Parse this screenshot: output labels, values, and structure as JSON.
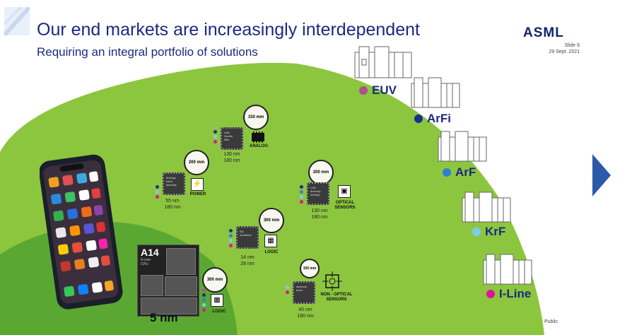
{
  "header": {
    "title": "Our end markets are increasingly interdependent",
    "subtitle": "Requiring an integral portfolio of solutions",
    "logo": "ASML",
    "slide_number": "Slide 6",
    "date": "29 Sept. 2021"
  },
  "footer": {
    "classification": "Public"
  },
  "colors": {
    "euv": "#b0508a",
    "arfi": "#1b2f8c",
    "arf": "#2f7fd6",
    "krf": "#7fcbf0",
    "iline": "#e0129a",
    "outer_green": "#8cc63f",
    "inner_green": "#5aa832",
    "title_blue": "#1a2a80"
  },
  "technologies": [
    {
      "label": "EUV",
      "color": "#b0508a"
    },
    {
      "label": "ArFi",
      "color": "#1b2f8c"
    },
    {
      "label": "ArF",
      "color": "#2f7fd6"
    },
    {
      "label": "KrF",
      "color": "#7fcbf0"
    },
    {
      "label": "I-Line",
      "color": "#e0129a"
    }
  ],
  "applications": {
    "analog": {
      "wafer": "150 mm",
      "nodes": "130 nm\n180 nm",
      "label": "ANALOG",
      "chip_text": "LNA\nVariety\nfilter"
    },
    "power": {
      "wafer": "200 mm",
      "nodes": "55 nm\n180 nm",
      "label": "POWER",
      "chip_text": "MoHigh\nband\ndiversity"
    },
    "optical": {
      "wafer": "200 mm",
      "nodes": "130 nm\n180 nm",
      "label": "OPTICAL\nSENSORS",
      "chip_text": "LNA\ndiversity\nMoHigh"
    },
    "logic": {
      "wafer": "300 mm",
      "nodes": "14 nm\n28 nm",
      "label": "LOGIC",
      "chip_text": "BD\nmmWave"
    },
    "nonoptical": {
      "wafer": "150 mm",
      "nodes": "45 nm\n180 nm",
      "label": "NON - OPTICAL\nSENSORS",
      "chip_text": "Aperture\ntuner"
    },
    "soc": {
      "wafer": "300 mm",
      "label": "LOGIC",
      "chip_name": "A14",
      "chip_text": "6-core\nCPU",
      "node": "5 nm"
    }
  }
}
